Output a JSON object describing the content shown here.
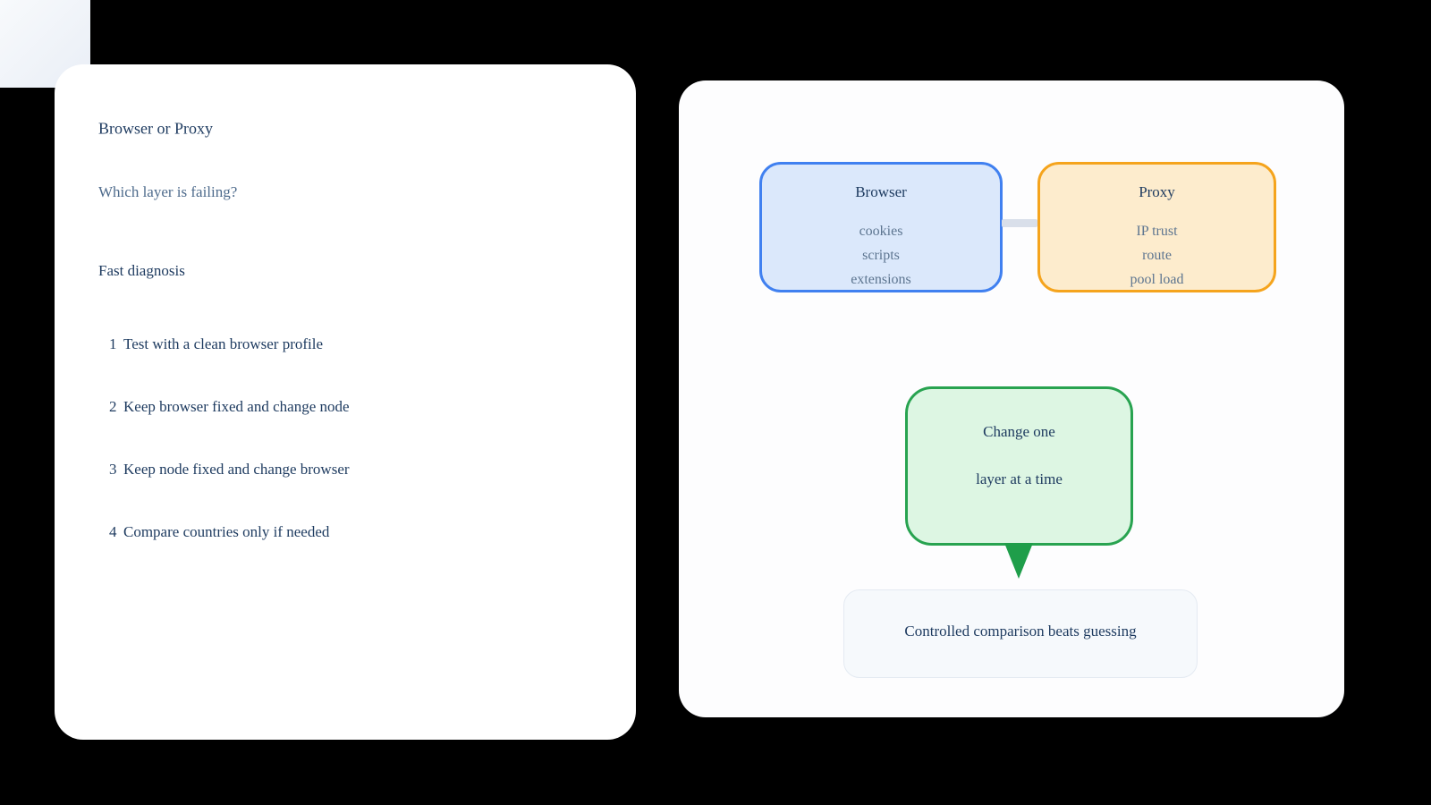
{
  "left_card": {
    "title": "Browser or Proxy",
    "subtitle": "Which layer is failing?",
    "section_heading": "Fast diagnosis",
    "steps": [
      {
        "num": "1",
        "label": "Test with a clean browser profile"
      },
      {
        "num": "2",
        "label": "Keep browser fixed and change node"
      },
      {
        "num": "3",
        "label": "Keep node fixed and change browser"
      },
      {
        "num": "4",
        "label": "Compare countries only if needed"
      }
    ]
  },
  "right_card": {
    "browser_box": {
      "title": "Browser",
      "items": [
        "cookies",
        "scripts",
        "extensions"
      ]
    },
    "proxy_box": {
      "title": "Proxy",
      "items": [
        "IP trust",
        "route",
        "pool load"
      ]
    },
    "callout": {
      "line1": "Change one",
      "line2": "layer at a time"
    },
    "note": {
      "text": "Controlled comparison beats guessing"
    }
  },
  "colors": {
    "background": "#000000",
    "browser_border": "#4080f0",
    "browser_fill": "#dbe8fb",
    "proxy_border": "#f5a41d",
    "proxy_fill": "#fdeccd",
    "callout_border": "#28a350",
    "callout_fill": "#ddf6e3",
    "callout_tail": "#1f9e4a",
    "connector": "#d9dfea",
    "note_fill": "#f6f9fc",
    "text_primary": "#1d3a5f",
    "text_secondary": "#4e6b8c",
    "text_muted": "#5d7590"
  }
}
